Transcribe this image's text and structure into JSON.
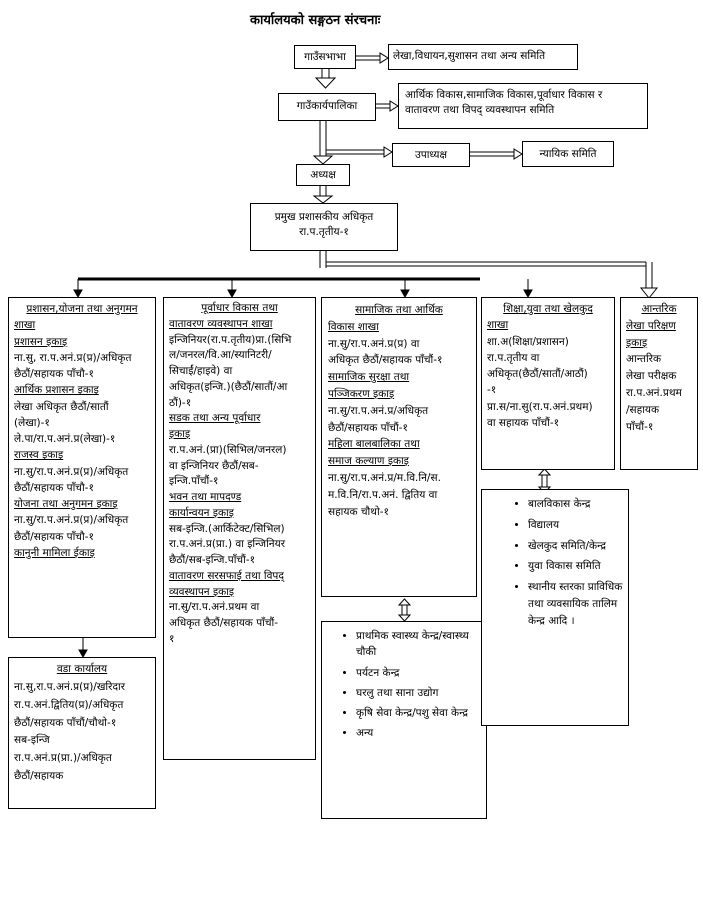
{
  "title": "कार्यालयको सङ्गठन संरचनाः",
  "top": {
    "gaunsabha": "गाउँसभाभा",
    "gaunsabha_side": "लेखा,विधायन,सुशासन तथा अन्य समिति",
    "karyapalika": "गाउँकार्यपालिका",
    "karyapalika_side": [
      "आर्थिक विकास,सामाजिक विकास,पूर्वाधार विकास र",
      "वातावरण तथा विपद् व्यवस्थापन समिति"
    ],
    "upadhyaksha": "उपाध्यक्ष",
    "nyayik": "न्यायिक समिति",
    "adhyaksha": "अध्यक्ष",
    "cao": [
      "प्रमुख प्रशासकीय अधिकृत",
      "रा.प.तृतीय-१"
    ]
  },
  "branches": {
    "admin": [
      "प्रशासन,योजना तथा अनुगमन",
      "शाखा",
      "प्रशासन इकाइ",
      "ना.सु, रा.प.अनं.प्र(प्र)/अधिकृत",
      "छैठौं/सहायक पाँचौ-१",
      "आर्थिक प्रशासन इकाइ",
      "लेखा अधिकृत छैठौं/सातौं",
      "(लेखा)-१",
      "ले.पा/रा.प.अनं.प्र(लेखा)-१",
      "राजस्व इकाइ",
      "ना.सु/रा.प.अनं.प्र(प्र)/अधिकृत",
      "छैठौं/सहायक पाँचौ-१",
      "योजना तथा अनुगमन इकाइ",
      "ना.सु/रा.प.अनं.प्र(प्र)/अधिकृत",
      "छैठौं/सहायक पाँचौ-१",
      "कानुनी मामिला ईकाइ"
    ],
    "infra": [
      "पूर्वाधार विकास तथा",
      "वातावरण व्यवस्थापन शाखा",
      "इन्जिनियर(रा.प.तृतीय)प्रा.(सिभि",
      "ल/जनरल/वि.आ/स्यानिटरी/",
      "सिचाईं/हाइवे) वा",
      "अधिकृत(इन्जि.)(छैठौं/सातौं/आ",
      "ठौं)-१",
      "सडक तथा अन्य पूर्वाधार",
      "इकाइ",
      "रा.प.अनं.(प्रा)(सिभिल/जनरल)",
      "वा इन्जिनियर छैठौं/सब-",
      "इन्जि.पाँचौं-१",
      "भवन तथा मापदण्ड",
      "कार्यान्वयन इकाइ",
      "सब-इन्जि.(आर्किटेक्ट/सिभिल)",
      "रा.प.अनं.प्र(प्रा.) वा इन्जिनियर",
      "छैठौं/सब-इन्जि.पाँचौं-१",
      "वातावरण सरसफाई तथा विपद्",
      "व्यवस्थापन इकाइ",
      "ना.सु/रा.प.अनं.प्रथम वा",
      "अधिकृत छैठौं/सहायक पाँचौं-",
      "१"
    ],
    "social": [
      "सामाजिक तथा आर्थिक",
      "विकास शाखा",
      "ना.सु/रा.प.अनं.प्र(प्र) वा",
      "अधिकृत छैठौं/सहायक पाँचौं-१",
      "सामाजिक सुरक्षा तथा",
      "पञ्जिकरण इकाइ",
      "ना.सु/रा.प.अनं.प्र/अधिकृत",
      "छैठौं/सहायक पाँचौं-१",
      "महिला बालबालिका तथा",
      "समाज कल्याण इकाइ",
      "ना.सु/रा.प.अनं.प्र/म.वि.नि/स.",
      "म.वि.नि/रा.प.अनं. द्वितिय वा",
      "सहायक चौथो-१"
    ],
    "education": [
      "शिक्षा,युवा तथा खेलकुद",
      "शाखा",
      "शा.अ(शिक्षा/प्रशासन)",
      "रा.प.तृतीय वा",
      "अधिकृत(छैठौं/सातौं/आठौं)",
      "-१",
      "प्रा.स/ना.सु(रा.प.अनं.प्रथम)",
      "वा सहायक पाँचौं-१"
    ],
    "audit": [
      "आन्तरिक",
      "लेखा परिक्षण",
      "इकाइ",
      "आन्तरिक",
      "लेखा परीक्षक",
      "रा.प.अनं.प्रथम",
      "/सहायक",
      "पाँचौं-१"
    ]
  },
  "ward": [
    "वडा कार्यालय",
    "ना.सु,रा.प.अनं.प्र(प्र)/खरिदार",
    "रा.प.अनं.द्वितिय(प्र)/अधिकृत",
    "छैठौं/सहायक पाँचौं/चौथो-१",
    "सब-इन्जि",
    "रा.प.अनं.प्र(प्रा.)/अधिकृत",
    "छैठौं/सहायक"
  ],
  "social_units": [
    "प्राथमिक स्वास्थ्य केन्द्र/स्वास्थ्य चौकी",
    "पर्यटन केन्द्र",
    "घरलु तथा साना उद्योग",
    "कृषि सेवा केन्द्र/पशु सेवा केन्द्र",
    "अन्य"
  ],
  "education_units": [
    "बालविकास केन्द्र",
    "विद्यालय",
    "खेलकुद समिति/केन्द्र",
    "युवा विकास समिति",
    "स्थानीय स्तरका प्राविधिक तथा व्यवसायिक तालिम केन्द्र आदि ।"
  ]
}
